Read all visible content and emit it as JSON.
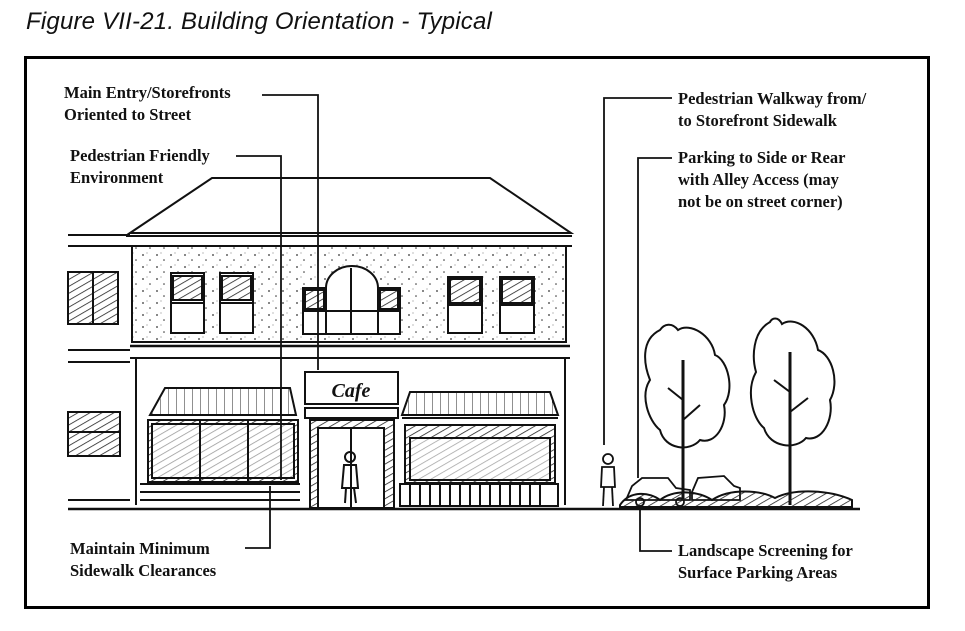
{
  "caption": "Figure VII-21. Building Orientation - Typical",
  "labels": {
    "main_entry": [
      "Main Entry/Storefronts",
      "Oriented to Street"
    ],
    "pedestrian_friendly": [
      "Pedestrian Friendly",
      "Environment"
    ],
    "sidewalk_clearance": [
      "Maintain Minimum",
      "Sidewalk Clearances"
    ],
    "pedestrian_walkway": [
      "Pedestrian Walkway from/",
      "to Storefront Sidewalk"
    ],
    "parking": [
      "Parking to Side or Rear",
      "with Alley Access (may",
      "not be on street corner)"
    ],
    "landscape": [
      "Landscape Screening for",
      "Surface Parking Areas"
    ]
  },
  "sign_text": "Cafe"
}
